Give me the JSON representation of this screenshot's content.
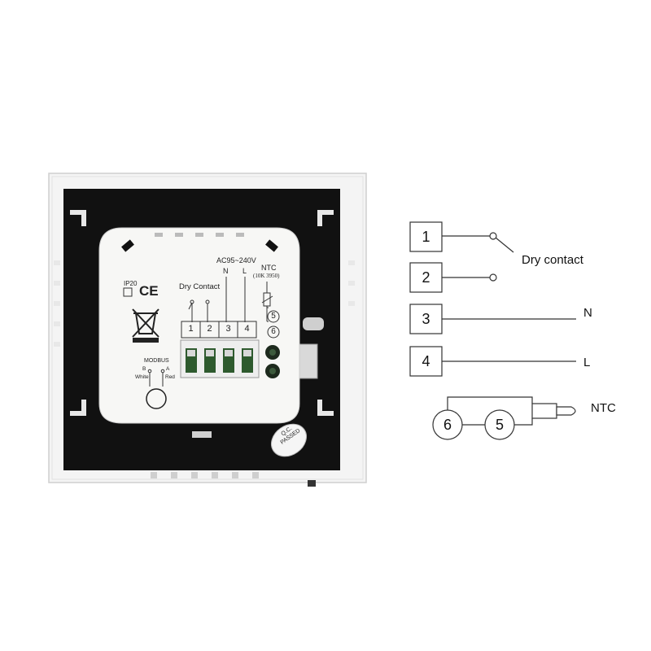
{
  "device": {
    "ip_rating": "IP20",
    "ce_mark": "CE",
    "dry_contact_label": "Dry Contact",
    "ac_label": "AC95~240V",
    "n_label": "N",
    "l_label": "L",
    "ntc_label": "NTC",
    "ntc_spec": "(10K 3950)",
    "terminals": [
      "1",
      "2",
      "3",
      "4"
    ],
    "ntc_terminals": [
      "5",
      "6"
    ],
    "modbus_label": "MODBUS",
    "modbus_b": "B",
    "modbus_a": "A",
    "modbus_white": "White",
    "modbus_red": "Red",
    "qc_line1": "Q.C.",
    "qc_line2": "PASSED"
  },
  "diagram": {
    "terminals": [
      {
        "number": "1",
        "label": "Dry contact"
      },
      {
        "number": "2",
        "label": ""
      },
      {
        "number": "3",
        "label": "N"
      },
      {
        "number": "4",
        "label": "L"
      }
    ],
    "ntc": {
      "circle_left": "6",
      "circle_right": "5",
      "label": "NTC"
    }
  },
  "colors": {
    "panel_white": "#f2f2f2",
    "panel_black": "#111111",
    "module_white": "#f7f7f5",
    "terminal_green": "#2e5a2e",
    "line": "#555555"
  }
}
